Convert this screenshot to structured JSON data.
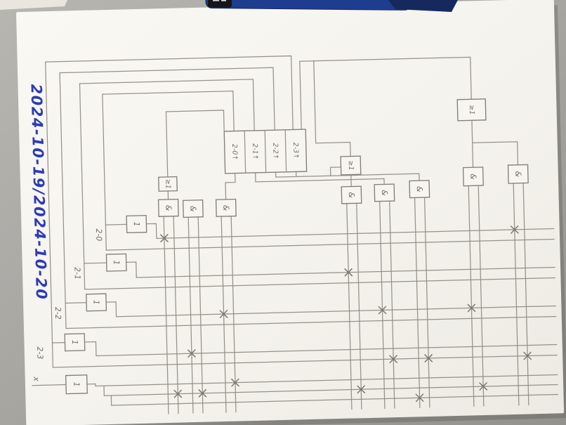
{
  "photo": {
    "date_note": "2024-10-19/2024-10-20"
  },
  "diagram": {
    "registers": [
      {
        "label": "2-0↑"
      },
      {
        "label": "2-1↑"
      },
      {
        "label": "2-2↑"
      },
      {
        "label": "2-3↑"
      }
    ],
    "or_gates": [
      "≥1",
      "≥1",
      "≥1"
    ],
    "and_gates": [
      "&",
      "&",
      "&",
      "&",
      "&",
      "&",
      "&",
      "&"
    ],
    "buffers": [
      "1",
      "1",
      "1",
      "1",
      "1"
    ],
    "inputs": [
      "2-0",
      "2-1",
      "2-2",
      "2-3",
      "x"
    ]
  },
  "colors": {
    "pencil": "#8f8c84",
    "ink": "#2b3bb5",
    "paper": "#f6f4ef",
    "desk": "#a6a5a1",
    "pen_blue": "#1e3d8f"
  }
}
